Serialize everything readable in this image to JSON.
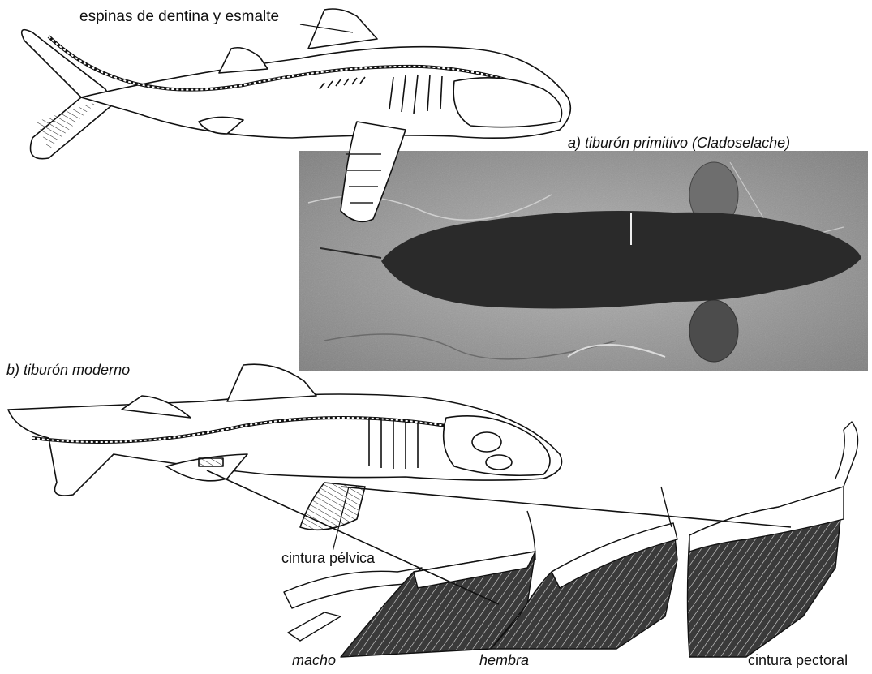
{
  "labels": {
    "spines": "espinas de dentina y esmalte",
    "primitive": "a) tiburón primitivo (Cladoselache)",
    "modern": "b) tiburón moderno",
    "pelvic_girdle": "cintura pélvica",
    "male": "macho",
    "female": "hembra",
    "pectoral_girdle": "cintura pectoral"
  },
  "colors": {
    "ink": "#111111",
    "fossil_matrix": "#9a9a9a",
    "fossil_body": "#2a2a2a",
    "fin_texture": "#3a3a3a"
  }
}
